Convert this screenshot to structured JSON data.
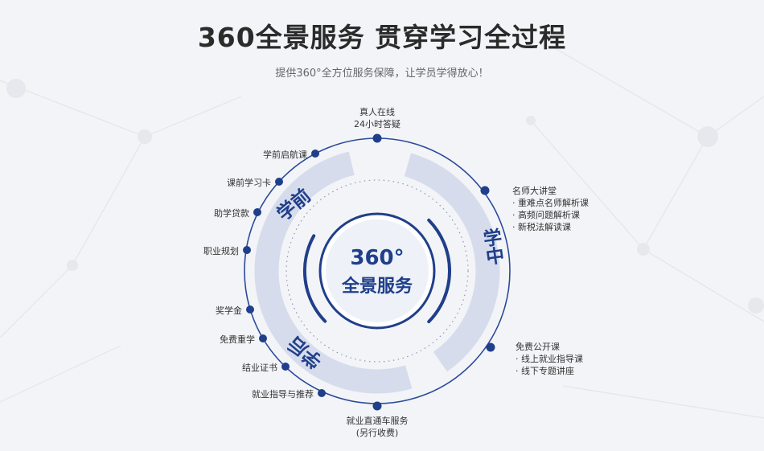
{
  "header": {
    "title": "360全景服务 贯穿学习全过程",
    "subtitle": "提供360°全方位服务保障，让学员学得放心！"
  },
  "center": {
    "line1": "360°",
    "line2": "全景服务"
  },
  "phases": {
    "before": "学前",
    "during": "学中",
    "after": "学后"
  },
  "nodes": {
    "top": {
      "line1": "真人在线",
      "line2": "24小时答疑"
    },
    "before": [
      "学前启航课",
      "课前学习卡",
      "助学贷款",
      "职业规划"
    ],
    "after": [
      "奖学金",
      "免费重学",
      "结业证书",
      "就业指导与推荐"
    ],
    "bottom": {
      "line1": "就业直通车服务",
      "line2": "(另行收费)"
    },
    "during_top": {
      "title": "名师大讲堂",
      "items": [
        "· 重难点名师解析课",
        "· 高频问题解析课",
        "· 新税法解读课"
      ]
    },
    "during_bottom": {
      "title": "免费公开课",
      "items": [
        "· 线上就业指导课",
        "· 线下专题讲座"
      ]
    }
  },
  "colors": {
    "primary": "#1f3f8a",
    "ring": "#2a4a9a",
    "segment": "#d6dcec",
    "background": "#f3f4f7"
  }
}
